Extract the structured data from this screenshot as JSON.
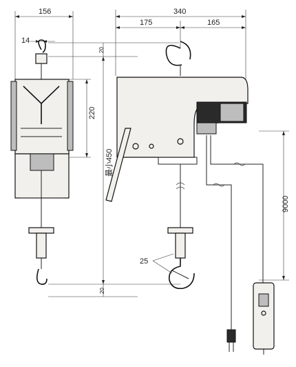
{
  "dimensions": {
    "side_width": "156",
    "total_width": "340",
    "left_part": "175",
    "right_part": "165",
    "hook_opening": "14",
    "top_clearance": "20",
    "bottom_clearance": "20",
    "body_height": "220",
    "min_height": "最小450",
    "hook_size": "25",
    "cord_length": "9000"
  }
}
